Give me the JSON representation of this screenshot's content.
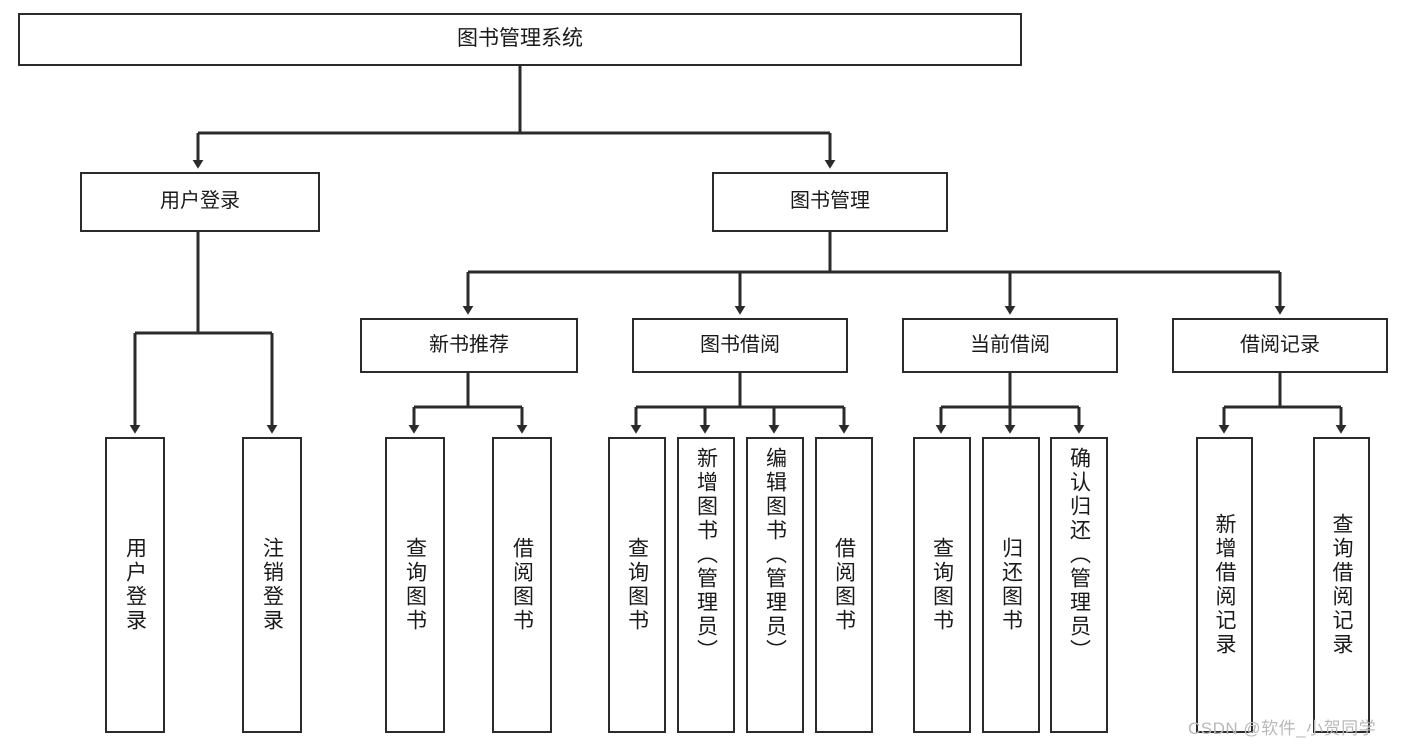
{
  "diagram": {
    "title": "图书管理系统",
    "type": "tree-hierarchy-diagram",
    "colors": {
      "stroke": "#2b2b2b",
      "fill": "#ffffff",
      "text": "#1a1a1a",
      "watermark": "#b9b9b9"
    },
    "levels": {
      "root": {
        "label": "图书管理系统"
      },
      "level2": [
        {
          "label": "用户登录"
        },
        {
          "label": "图书管理"
        }
      ],
      "level3": [
        {
          "label": "新书推荐"
        },
        {
          "label": "图书借阅"
        },
        {
          "label": "当前借阅"
        },
        {
          "label": "借阅记录"
        }
      ],
      "leaves": {
        "user_login": [
          {
            "label": "用户登录"
          },
          {
            "label": "注销登录"
          }
        ],
        "new_book_recommend": [
          {
            "label": "查询图书"
          },
          {
            "label": "借阅图书"
          }
        ],
        "book_borrow": [
          {
            "label": "查询图书"
          },
          {
            "label": "新增图书（管理员）"
          },
          {
            "label": "编辑图书（管理员）"
          },
          {
            "label": "借阅图书"
          }
        ],
        "current_borrow": [
          {
            "label": "查询图书"
          },
          {
            "label": "归还图书"
          },
          {
            "label": "确认归还（管理员）"
          }
        ],
        "borrow_record": [
          {
            "label": "新增借阅记录"
          },
          {
            "label": "查询借阅记录"
          }
        ]
      }
    }
  },
  "watermark": {
    "text": "CSDN @软件_小贺同学"
  }
}
